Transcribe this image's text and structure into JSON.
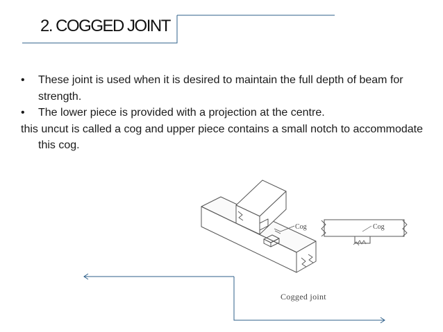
{
  "slide": {
    "title": "2. COGGED JOINT",
    "bullets": [
      {
        "marker": "•",
        "text": "These joint is used when it is desired to maintain the full depth of beam for strength."
      },
      {
        "marker": "•",
        "text": "The lower piece is provided with a projection at the centre."
      }
    ],
    "plain_text": "this uncut is called a cog and upper piece contains a small notch to accommodate this cog."
  },
  "figure": {
    "label_cog_left": "Cog",
    "label_cog_right": "Cog",
    "caption": "Cogged joint"
  },
  "colors": {
    "accent_line": "#2e5f8a",
    "drawing_ink": "#555555"
  }
}
